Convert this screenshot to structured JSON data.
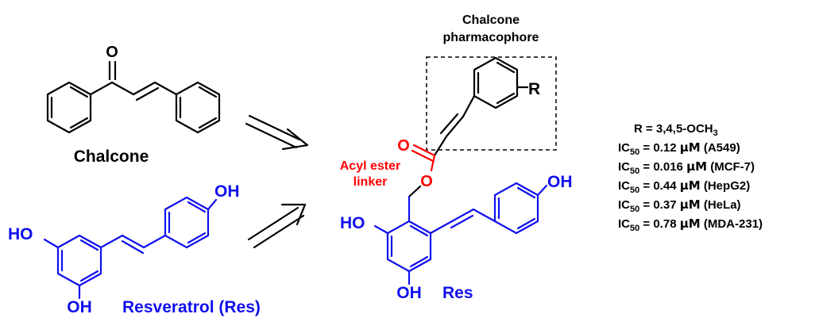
{
  "colors": {
    "bond_black": "#000000",
    "resveratrol_blue": "#1010ee",
    "linker_red": "#ff0000"
  },
  "chalcone": {
    "name": "Chalcone",
    "oxygen": "O"
  },
  "resveratrol": {
    "name": "Resveratrol (Res)",
    "ho_left": "HO",
    "oh_bottom": "OH",
    "oh_top": "OH"
  },
  "hybrid": {
    "pharmacophore_label_line1": "Chalcone",
    "pharmacophore_label_line2": "pharmacophore",
    "r_group": "R",
    "carbonyl_o": "O",
    "ester_o": "O",
    "linker_line1": "Acyl ester",
    "linker_line2": "linker",
    "res_label": "Res",
    "ho_left": "HO",
    "oh_bottom": "OH",
    "oh_right": "OH"
  },
  "results": {
    "r_def": "R = 3,4,5-OCH",
    "r_def_sub": "3",
    "ic_prefix": "IC",
    "ic_sub": "50",
    "rows": [
      {
        "value": " = 0.12 ",
        "unit": "μM",
        "cell": " (A549)"
      },
      {
        "value": " = 0.016 ",
        "unit": "μM",
        "cell": " (MCF-7)"
      },
      {
        "value": " = 0.44 ",
        "unit": "μM",
        "cell": " (HepG2)"
      },
      {
        "value": " = 0.37 ",
        "unit": "μM",
        "cell": " (HeLa)"
      },
      {
        "value": " = 0.78 ",
        "unit": "μM",
        "cell": " (MDA-231)"
      }
    ]
  }
}
